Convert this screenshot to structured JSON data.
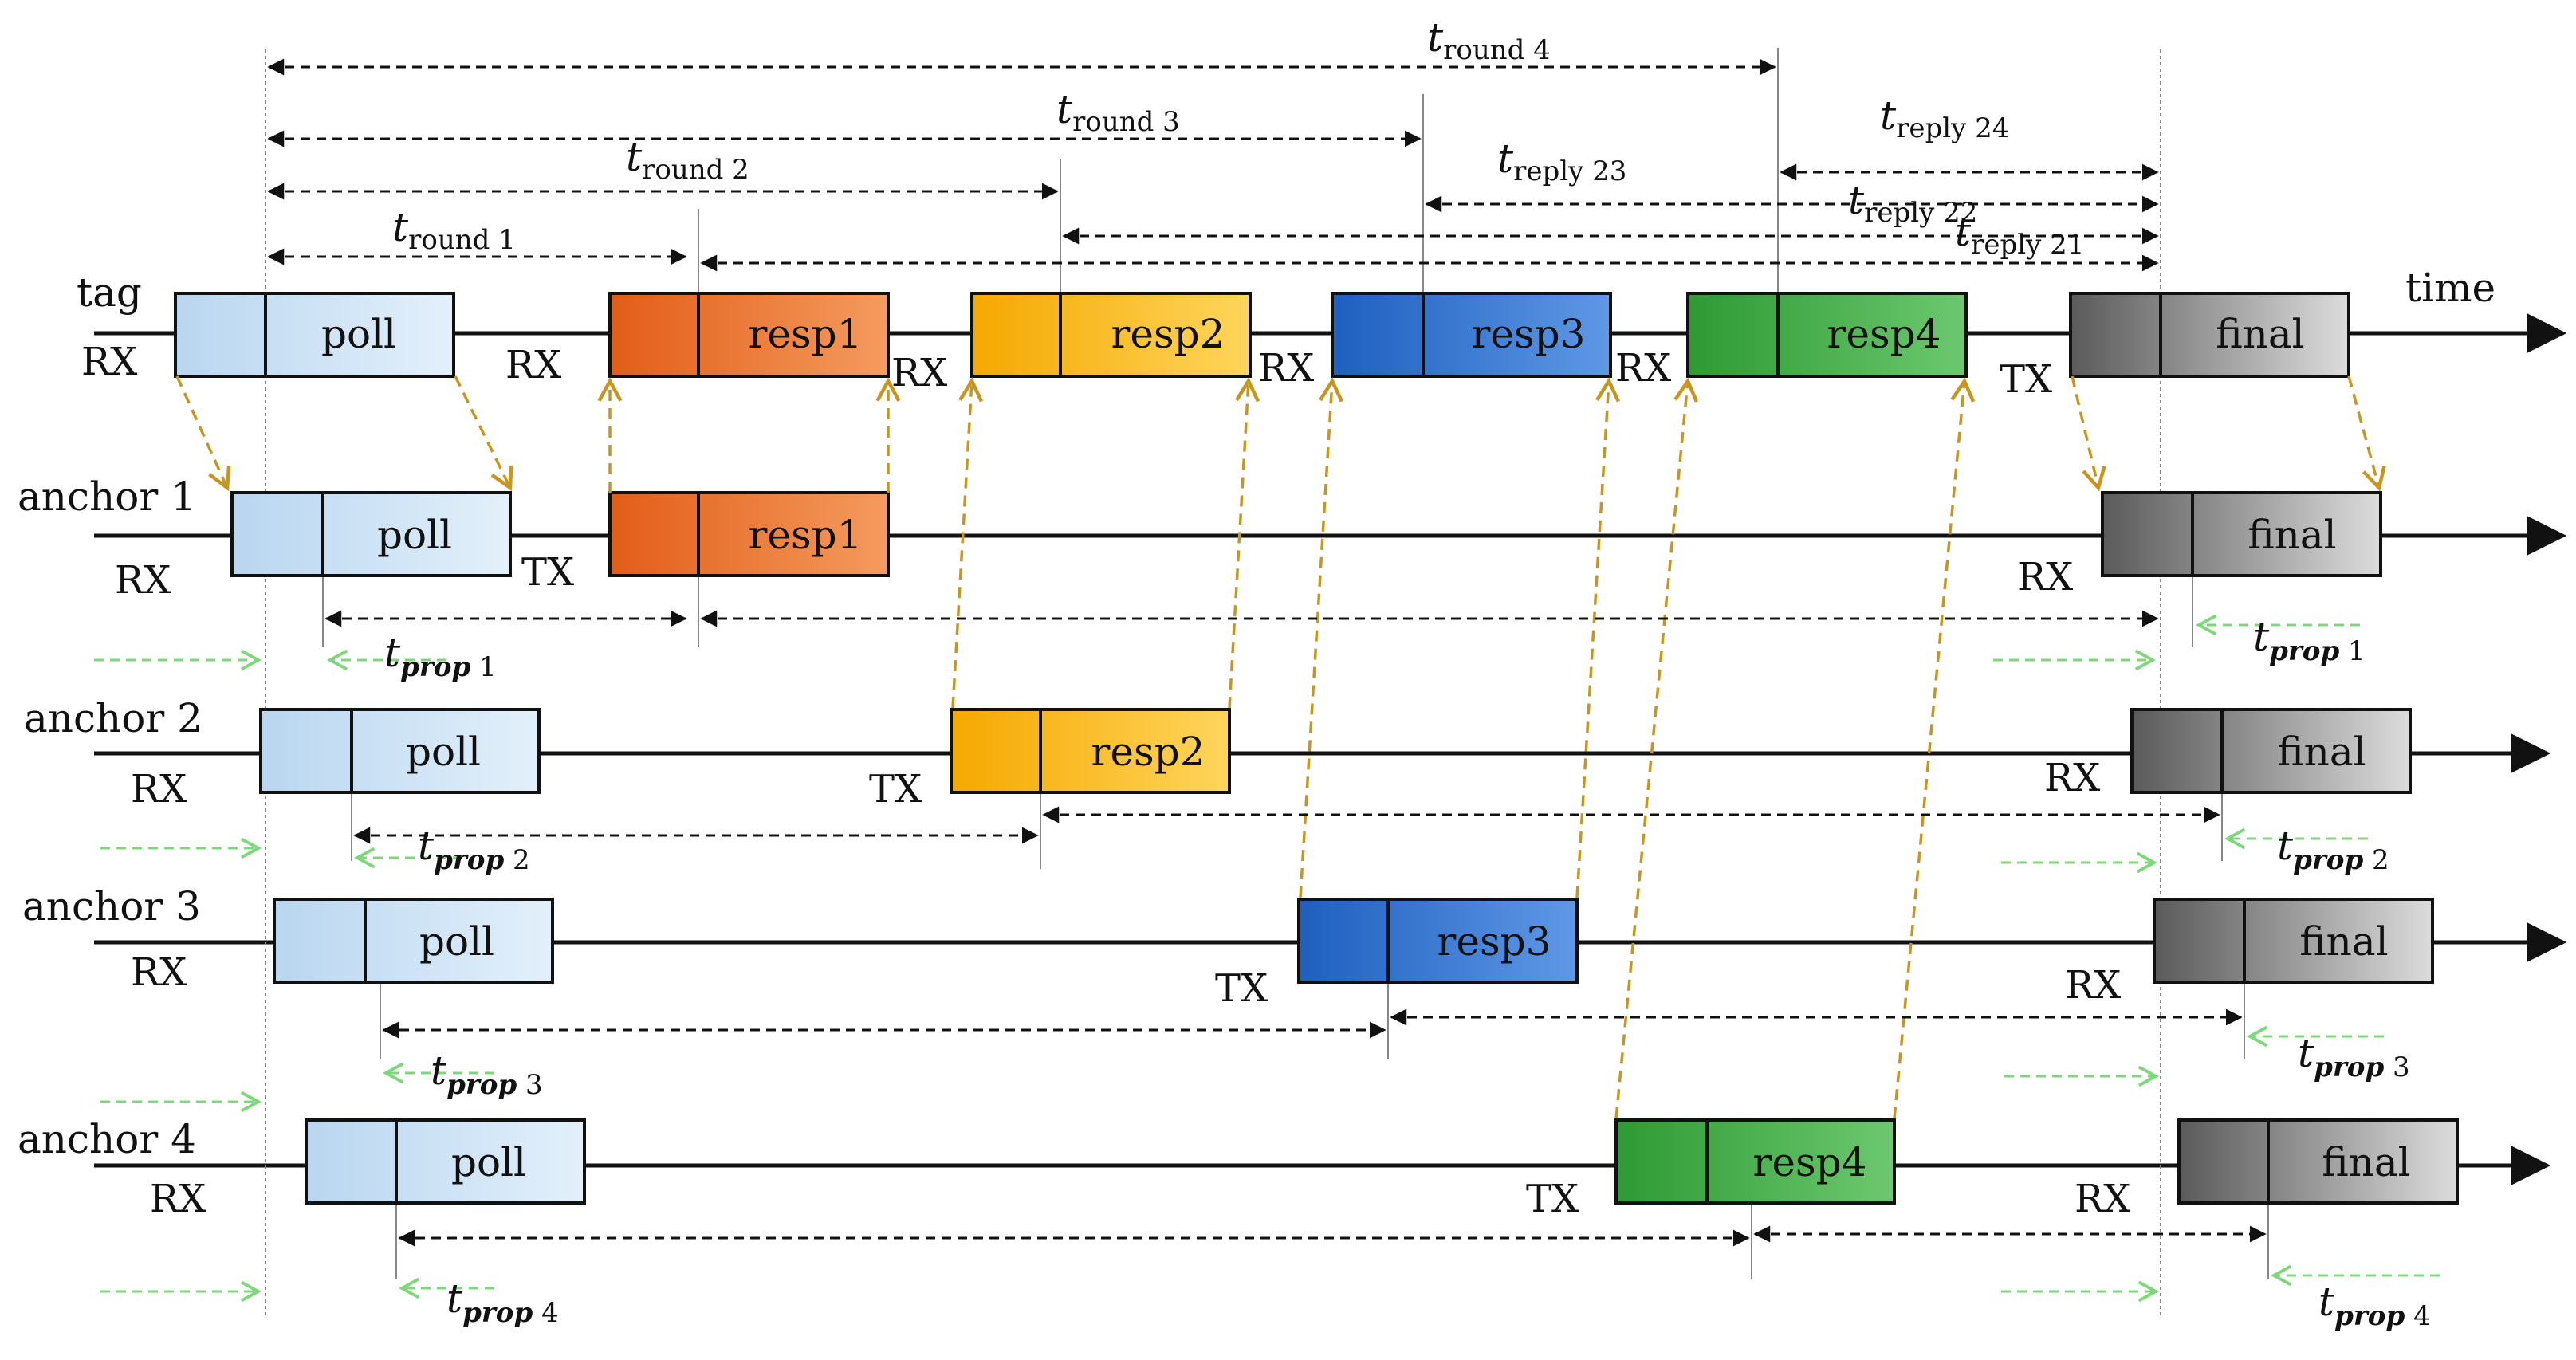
{
  "labels": {
    "tag": "tag",
    "time": "time",
    "anchor1": "anchor 1",
    "anchor2": "anchor 2",
    "anchor3": "anchor 3",
    "anchor4": "anchor 4",
    "rx": "RX",
    "tx": "TX"
  },
  "frames": {
    "poll": "poll",
    "resp1": "resp1",
    "resp2": "resp2",
    "resp3": "resp3",
    "resp4": "resp4",
    "final": "final"
  },
  "times": {
    "t": "t",
    "round1": "round 1",
    "round2": "round 2",
    "round3": "round 3",
    "round4": "round 4",
    "reply21": "reply 21",
    "reply22": "reply 22",
    "reply23": "reply 23",
    "reply24": "reply 24",
    "prop": "prop",
    "p1": " 1",
    "p2": " 2",
    "p3": " 3",
    "p4": " 4"
  },
  "colors": {
    "poll": "#cfe3f5",
    "resp1": "#f07a2e",
    "resp2": "#fbc02d",
    "resp3": "#3f7fd6",
    "resp4": "#45b04a",
    "final": "#9a9a9a",
    "signal_arrow": "#c8961e",
    "prop_arrow": "#7dd87a",
    "interval_arrow": "#111111"
  }
}
